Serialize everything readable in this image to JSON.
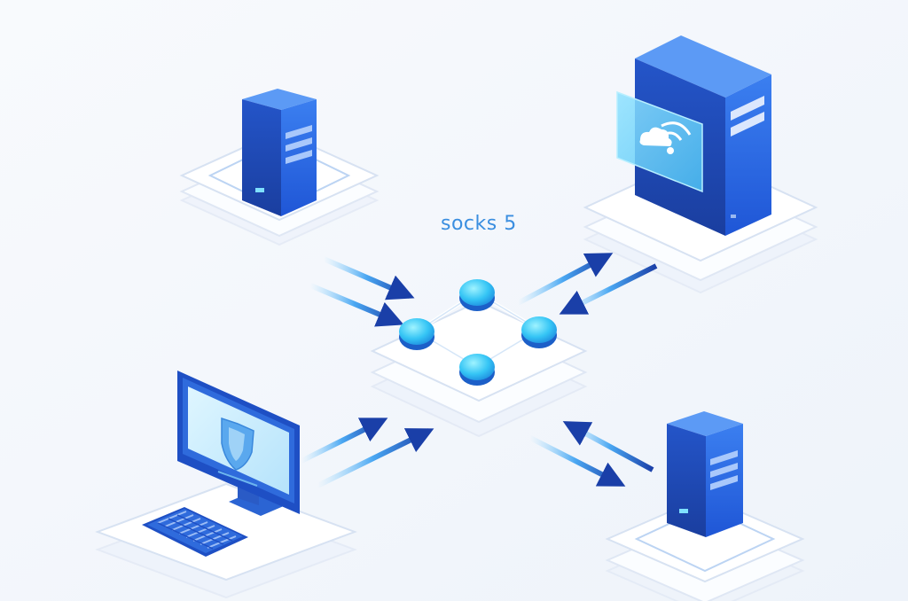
{
  "diagram": {
    "protocol_label": "socks 5",
    "nodes": [
      {
        "id": "server-top-left",
        "kind": "server-tower",
        "icon": "server-icon"
      },
      {
        "id": "server-top-right",
        "kind": "large-server-tower",
        "icon": "cloud-wifi-icon"
      },
      {
        "id": "proxy-hub",
        "kind": "network-hub",
        "icon": "network-nodes-icon"
      },
      {
        "id": "computer-bottom-left",
        "kind": "desktop-computer",
        "icon": "shield-icon"
      },
      {
        "id": "server-bottom-right",
        "kind": "server-tower",
        "icon": "server-icon"
      }
    ],
    "connections": [
      {
        "from": "server-top-left",
        "to": "proxy-hub"
      },
      {
        "from": "computer-bottom-left",
        "to": "proxy-hub"
      },
      {
        "from": "proxy-hub",
        "to": "server-top-right"
      },
      {
        "from": "server-top-right",
        "to": "proxy-hub"
      },
      {
        "from": "proxy-hub",
        "to": "server-bottom-right"
      },
      {
        "from": "server-bottom-right",
        "to": "proxy-hub"
      }
    ]
  },
  "colors": {
    "background": "#f4f7fb",
    "accent": "#3a8ee0",
    "primary_blue": "#2f6bdc",
    "dark_blue": "#17389a",
    "light_cyan": "#8ee4ff",
    "platform": "#e9eff9"
  }
}
